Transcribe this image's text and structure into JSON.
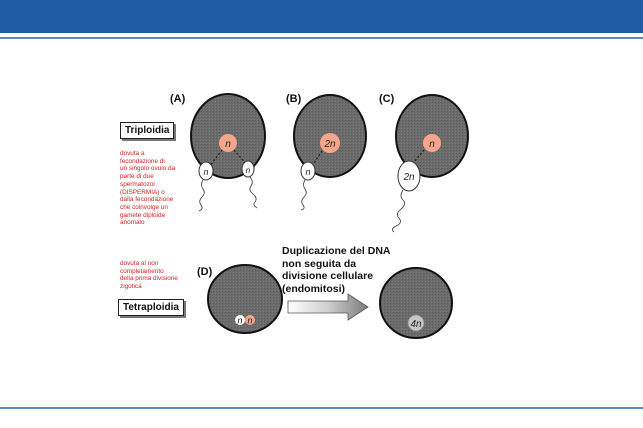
{
  "labels": {
    "triploidia": "Triploidia",
    "tetraploidia": "Tetraploidia",
    "panel_a": "(A)",
    "panel_b": "(B)",
    "panel_c": "(C)",
    "panel_d": "(D)"
  },
  "notes": {
    "triploid_cause": "dovuta a\nfecondazione di\nun singolo ovulo da\nparte di due\nspermatozoi\n(DISPERMIA) o\ndalla fecondazione\nche coinvolge un\ngamete diploide\nanomalo",
    "tetraploid_cause": "dovuta al non\ncompletamento\ndella prima divisione\nzigotica"
  },
  "duplication_text": "Duplicazione del DNA\nnon seguita da\ndivisione cellulare\n(endomitosi)",
  "nuclei": {
    "a_egg": "n",
    "a_sperm1": "n",
    "a_sperm2": "n",
    "b_egg": "2n",
    "b_sperm": "n",
    "c_egg": "n",
    "c_sperm": "2n",
    "d_left": "n",
    "d_right": "n",
    "result": "4n"
  },
  "colors": {
    "header": "#1f5aa5",
    "rule": "#5a86c2",
    "cell": "#6b6b6b",
    "nucleus": "#f4a58a",
    "note_text": "#d42020"
  }
}
